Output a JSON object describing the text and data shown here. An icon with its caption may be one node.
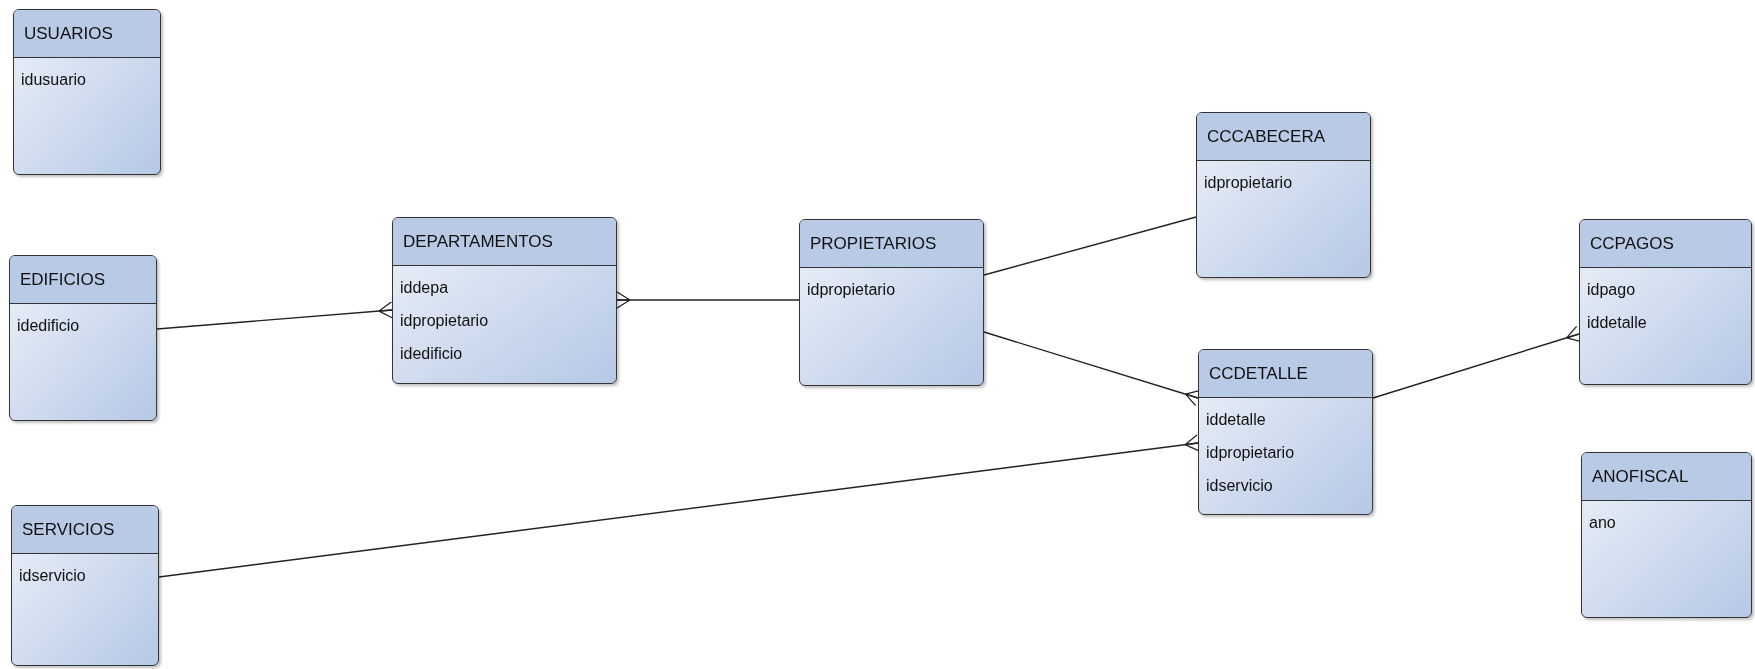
{
  "diagram": {
    "nodes": [
      {
        "text": [
          "USUARIOS",
          "idusuario"
        ]
      },
      {
        "text": [
          "EDIFICIOS",
          "idedificio"
        ]
      },
      {
        "text": [
          "SERVICIOS",
          "idservicio"
        ]
      },
      {
        "text": [
          "DEPARTAMENTOS",
          "iddepa",
          "idpropietario",
          "idedificio"
        ]
      },
      {
        "text": [
          "PROPIETARIOS",
          "idpropietario"
        ]
      },
      {
        "text": [
          "CCCABECERA",
          "idpropietario"
        ]
      },
      {
        "text": [
          "CCDETALLE",
          "iddetalle",
          "idpropietario",
          "idservicio"
        ]
      },
      {
        "text": [
          "CCPAGOS",
          "idpago",
          "iddetalle"
        ]
      },
      {
        "text": [
          "ANOFISCAL",
          "ano"
        ]
      }
    ],
    "edges": [
      {
        "from": 1,
        "to": 3,
        "arrow": "other"
      },
      {
        "from": 4,
        "to": 3,
        "arrow": "other"
      },
      {
        "from": 4,
        "to": 5,
        "arrow": "none"
      },
      {
        "from": 4,
        "to": 6,
        "arrow": "other"
      },
      {
        "from": 2,
        "to": 6,
        "arrow": "other"
      },
      {
        "from": 6,
        "to": 7,
        "arrow": "other"
      }
    ]
  }
}
